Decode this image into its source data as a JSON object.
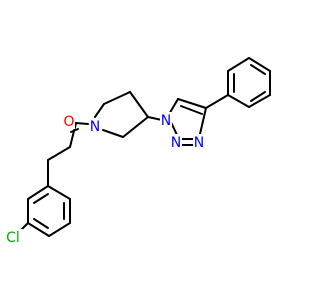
{
  "colors": {
    "background": "#ffffff",
    "bond": "#000000",
    "oxygen": "#ff0000",
    "nitrogen": "#0000ff",
    "chlorine": "#00aa00"
  },
  "atom_labels": {
    "oxygen": "O",
    "amide_nitrogen": "N",
    "triazole_n1": "N",
    "triazole_n2": "N",
    "triazole_n3": "N",
    "chlorine": "Cl"
  }
}
